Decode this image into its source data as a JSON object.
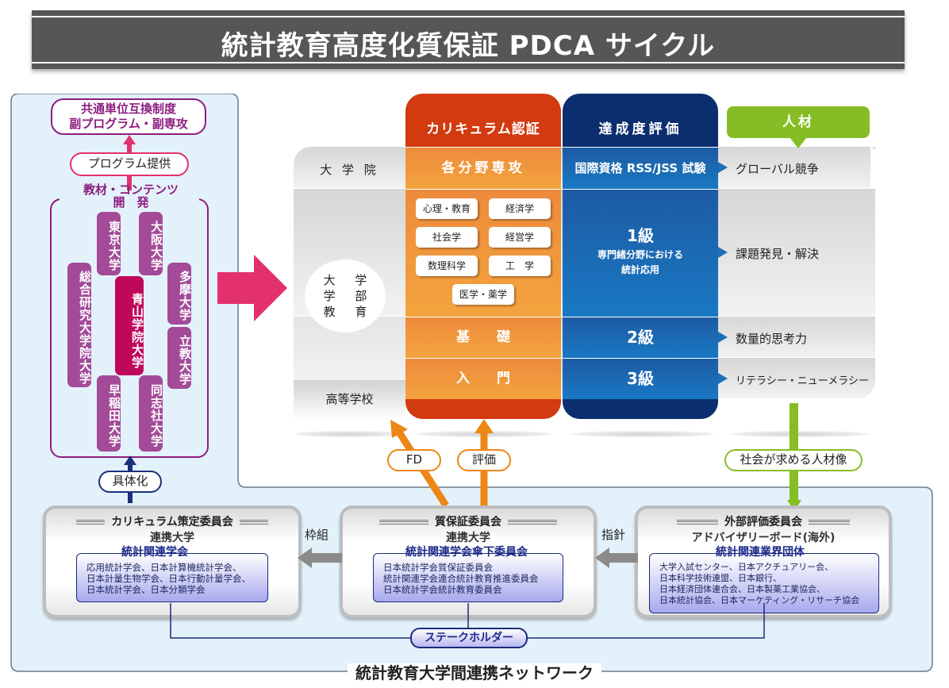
{
  "title": "統計教育高度化質保証 PDCA サイクル",
  "left_column": {
    "goal_line1": "共通単位互換制度",
    "goal_line2": "副プログラム・副専攻",
    "provide_label": "プログラム提供",
    "dev_title_line1": "教材・コンテンツ",
    "dev_title_line2": "開　発",
    "center_university": "青山学院大学",
    "universities": [
      "東京大学",
      "大阪大学",
      "総合研究大学院大学",
      "多摩大学",
      "立教大学",
      "早稲田大学",
      "同志社大学"
    ],
    "concrete_label": "具体化"
  },
  "table": {
    "col_curriculum": "カリキュラム認証",
    "col_evaluation": "達成度評価",
    "col_talent": "人材",
    "rows": {
      "graduate": {
        "label": "大 学 院",
        "curriculum": "各分野専攻",
        "evaluation": "国際資格 RSS/JSS 試験",
        "talent": "グローバル競争"
      },
      "undergrad": {
        "circle_line1": "大 学",
        "circle_line2": "学 部",
        "circle_line3": "教 育",
        "subjects": [
          "心理・教育",
          "経済学",
          "社会学",
          "経営学",
          "数理科学",
          "工　学",
          "医学・薬学"
        ],
        "evaluation_grade": "1級",
        "evaluation_line1": "専門緒分野における",
        "evaluation_line2": "統計応用",
        "talent": "課題発見・解決"
      },
      "basic": {
        "curriculum": "基　　礎",
        "evaluation": "2級",
        "talent": "数量的思考力"
      },
      "intro": {
        "curriculum": "入　　門",
        "evaluation": "3級",
        "talent": "リテラシー・ニューメラシー"
      },
      "highschool": {
        "label": "高等学校"
      }
    }
  },
  "feedback": {
    "fd_label": "FD",
    "eval_label": "評価",
    "society_label": "社会が求める人材像"
  },
  "committees": {
    "curriculum": {
      "title": "カリキュラム策定委員会",
      "sub": "連携大学",
      "box_title": "統計関連学会",
      "lines": [
        "応用統計学会、日本計算機統計学会、",
        "日本計量生物学会、日本行動計量学会、",
        "日本統計学会、日本分類学会"
      ]
    },
    "quality": {
      "title": "質保証委員会",
      "sub": "連携大学",
      "box_title": "統計関連学会傘下委員会",
      "lines": [
        "日本統計学会質保証委員会",
        "統計関連学会連合統計教育推進委員会",
        "日本統計学会統計教育委員会"
      ]
    },
    "external": {
      "title": "外部評価委員会",
      "sub": "アドバイザリーボード(海外)",
      "box_title": "統計関連業界団体",
      "lines": [
        "大学入試センター、日本アクチュアリー会、",
        "日本科学技術連盟、日本銀行、",
        "日本経済団体連合会、日本製薬工業協会、",
        "日本統計協会、日本マーケティング・リサーチ協会"
      ]
    },
    "framework_label": "枠組",
    "guideline_label": "指針",
    "stakeholder_label": "ステークホルダー"
  },
  "network_title": "統計教育大学間連携ネットワーク",
  "colors": {
    "banner": "#565657",
    "purple": "#8c1d7f",
    "magenta": "#c0085b",
    "pink_arrow": "#e2316e",
    "curriculum_red": "#d23a10",
    "curriculum_orange": "#f09a3c",
    "evaluation_navy": "#0b2e6e",
    "evaluation_blue": "#1d6fb8",
    "talent_green": "#86bd24",
    "network_bg": "#e3f1fb",
    "committee_navy": "#1c2a7a"
  }
}
